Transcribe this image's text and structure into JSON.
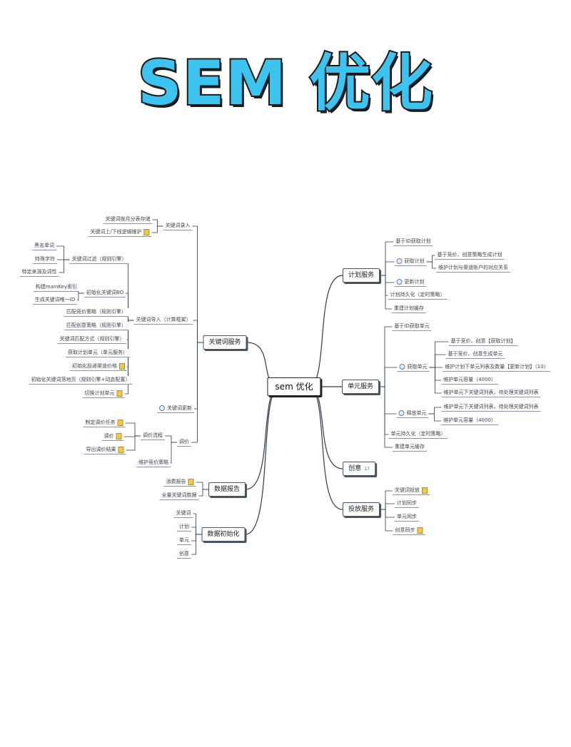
{
  "title": "SEM 优化",
  "root": "sem 优化",
  "nodes": {
    "gjc_ldr": "关键词录入",
    "gjc_ldr_1": "关键词按月分表存储",
    "gjc_ldr_2": "关键词上/下线逻辑维护",
    "gjc_dr": "关键词导入（计算框架）",
    "gjc_gl": "关键词过滤（规则引擎）",
    "gl_1": "黑名单词",
    "gl_2": "特殊字符",
    "gl_3": "特定来源及词性",
    "csh_bo": "初始化关键词BO",
    "bo_1": "构建mainKey索引",
    "bo_2": "生成关键词唯一ID",
    "pp_cl": "匹配竞价策略（规则引擎）",
    "pp_cy": "匹配创意策略（规则引擎）",
    "pp_fs": "关键词匹配方式（规则引擎）",
    "hq_dy": "获取计划单元（单元服务）",
    "csh_tj": "初始化投递渠道价格",
    "csh_xl": "初始化关键词落地页（规则引擎+动态配置）",
    "qh_dy": "切换计划单元",
    "gjc_gx": "关键词更新",
    "tj": "调价",
    "tj_lc": "调价流程",
    "tj_1": "制定调价任务",
    "tj_2": "调价",
    "tj_3": "导出调价结果",
    "tj_wh": "维护竞价策略",
    "gjc_fw": "关键词服务",
    "sjbg": "数据报告",
    "sj_1": "消费报告",
    "sj_2": "全量关键词数据",
    "sjcsh": "数据初始化",
    "cs_1": "关键词",
    "cs_2": "计划",
    "cs_3": "单元",
    "cs_4": "创意",
    "jhfw": "计划服务",
    "jh_1": "基于ID获取计划",
    "jh_2": "获取计划",
    "jh_2a": "基于竞价、创意策略生成计划",
    "jh_2b": "维护计划与渠道账户的对应关系",
    "jh_3": "更新计划",
    "jh_4": "计划持久化（定时策略）",
    "jh_5": "重建计划缓存",
    "dyfw": "单元服务",
    "dy_1": "基于ID获取单元",
    "dy_2": "获取单元",
    "dy_2a": "基于竞价、创意【获取计划】",
    "dy_2b": "基于竞价、创意生成单元",
    "dy_2c": "维护计划下单元列表及数量【更新计划】（10）",
    "dy_2d": "维护单元容量（4000）",
    "dy_2e": "维护单元下关键词列表，待处理关键词列表",
    "dy_3": "释放单元",
    "dy_3a": "维护单元下关键词列表，待处理关键词列表",
    "dy_3b": "维护单元容量（4000）",
    "dy_4": "单元持久化（定时策略）",
    "dy_5": "重建单元缓存",
    "cy": "创意",
    "cy_num": "17",
    "tffw": "投放服务",
    "tf_1": "关键词投放",
    "tf_2": "计划同步",
    "tf_3": "单元同步",
    "tf_4": "创意同步"
  },
  "colors": {
    "title_fill": "#3dc3f0",
    "title_stroke": "#1a1a1a",
    "line": "#2f3b4a",
    "note_icon": "#f1c84c"
  }
}
